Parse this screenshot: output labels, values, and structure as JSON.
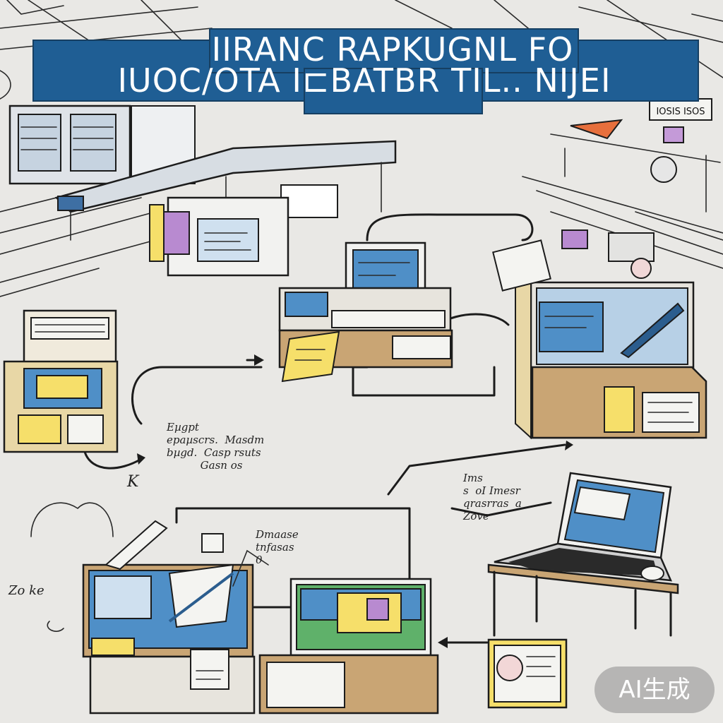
{
  "title": {
    "line1": "IIRANC RAPKUGNL FO",
    "line2": "IUOC/OTA  I⊏BATBR  TIL.. NIJEI"
  },
  "annotations": {
    "left_note": "Eµgpt\nepaµscrs.  Masdm\nbµgd.  Casp rsuts\n          Gasn os",
    "left_mark": "K",
    "center_note": "Dmaase\ntnfasas\n0",
    "right_note": "Ims\ns  oI Imesr\nqrasrras  a\nZove",
    "bottom_left_note": "Zo ke",
    "top_right_sign": "IOSIS ISOS"
  },
  "watermark": "AI生成",
  "colors": {
    "banner": "#1f5e94",
    "screen_blue": "#4f8fc7",
    "desk_tan": "#c9a574",
    "note_yellow": "#f6df6a",
    "paper_white": "#f4f4f1",
    "accent_purple": "#b88ad0"
  }
}
